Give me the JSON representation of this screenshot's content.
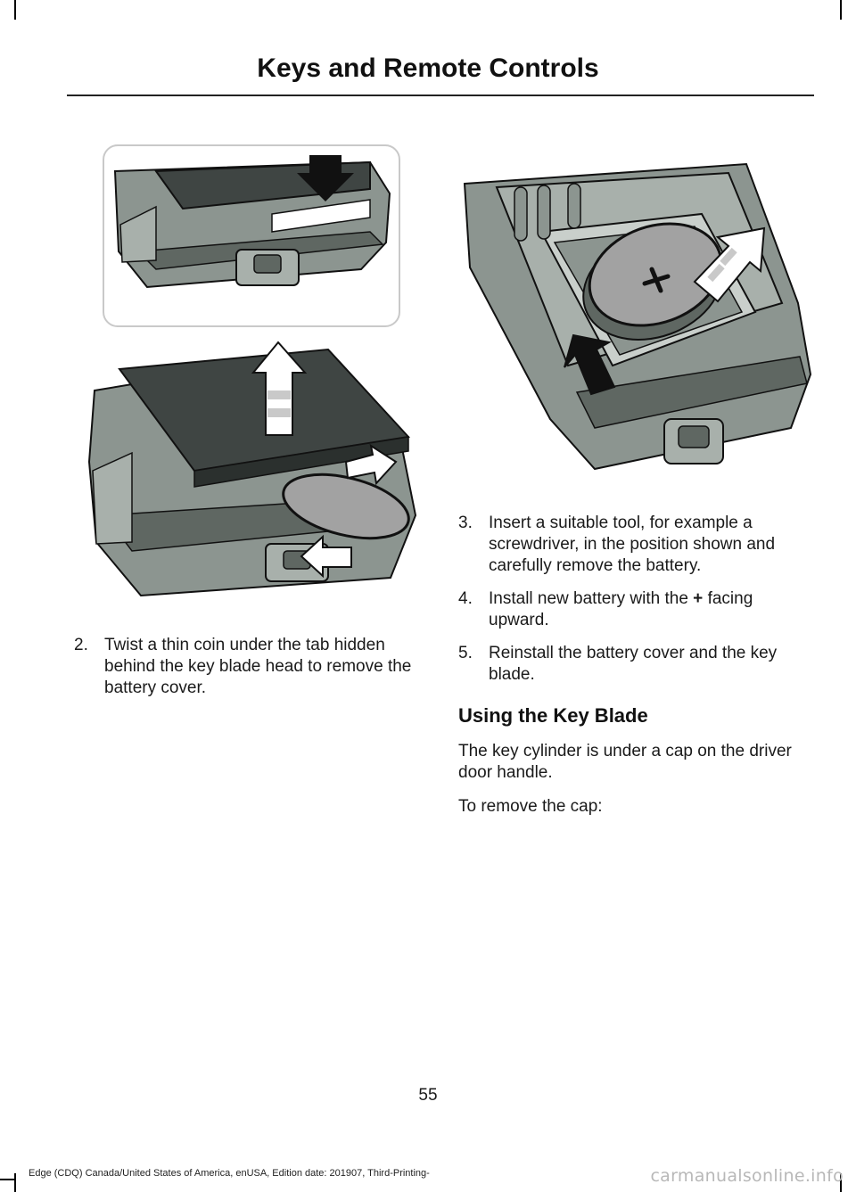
{
  "header": {
    "title": "Keys and Remote Controls"
  },
  "left_column": {
    "steps": [
      {
        "number": "2.",
        "text": "Twist a thin coin under the tab hidden behind the key blade head to remove the battery cover."
      }
    ]
  },
  "right_column": {
    "steps": [
      {
        "number": "3.",
        "text": "Insert a suitable tool, for example a screwdriver, in the position shown and carefully remove the battery."
      },
      {
        "number": "4.",
        "text_before": "Install new battery with the",
        "symbol": "+",
        "text_after": "facing upward."
      },
      {
        "number": "5.",
        "text": "Reinstall the battery cover and the key blade."
      }
    ],
    "section_heading": "Using the Key Blade",
    "paragraphs": [
      "The key cylinder is under a cap on the driver door handle.",
      "To remove the cap:"
    ]
  },
  "page_number": "55",
  "footer": "Edge (CDQ) Canada/United States of America, enUSA, Edition date: 201907, Third-Printing-",
  "watermark": "carmanualsonline.info",
  "colors": {
    "housing": "#8c9590",
    "housing_dark": "#5f6762",
    "housing_light": "#a8b0ab",
    "cover": "#3f4543",
    "battery": "#a2a2a2",
    "arrow_black": "#111111"
  }
}
